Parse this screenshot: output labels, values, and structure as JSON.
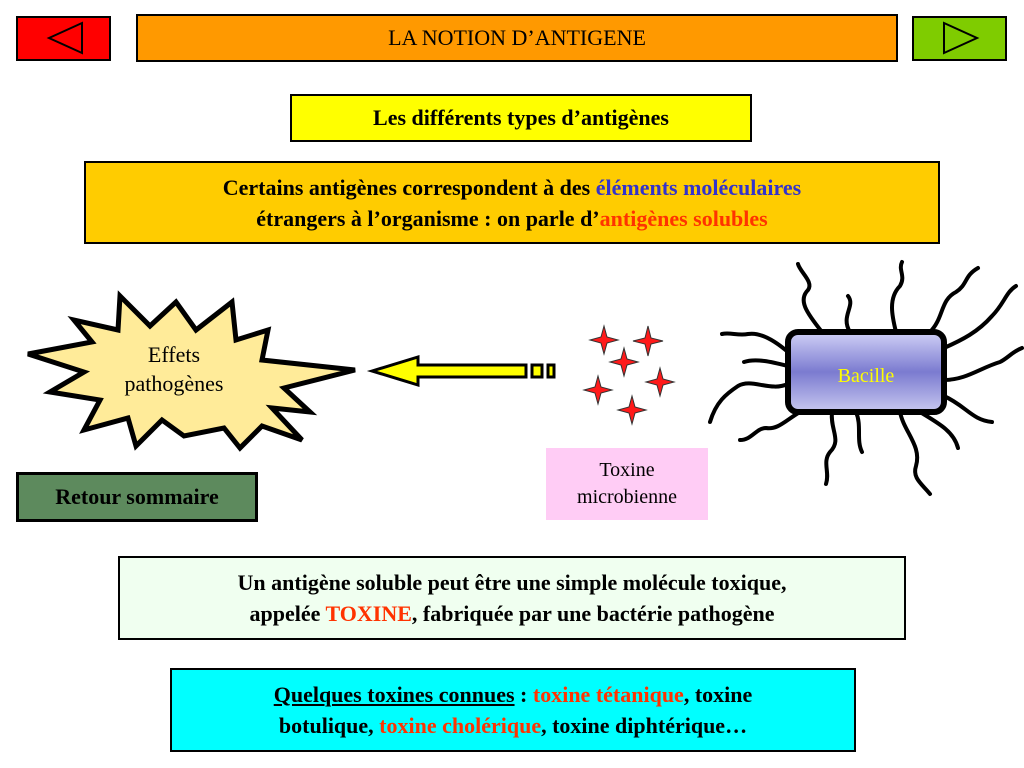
{
  "header": {
    "title": "LA NOTION D’ANTIGENE"
  },
  "subtitle": "Les différents types d’antigènes",
  "intro": {
    "p1": "Certains antigènes correspondent à des ",
    "h1": "éléments moléculaires",
    "p2": "étrangers à l’organisme : on parle d’",
    "h2": "antigènes solubles"
  },
  "diagram": {
    "effets_line1": "Effets",
    "effets_line2": "pathogènes",
    "bacille": "Bacille",
    "toxine_line1": "Toxine",
    "toxine_line2": "microbienne"
  },
  "nav": {
    "retour": "Retour sommaire",
    "prev_icon": "triangle-left-icon",
    "next_icon": "triangle-right-icon"
  },
  "soluble": {
    "p1": "Un antigène soluble peut être une simple molécule toxique,",
    "p2": "appelée ",
    "h": "TOXINE",
    "p3": ", fabriquée par une bactérie pathogène"
  },
  "quelques": {
    "label": "Quelques toxines connues",
    "sep": " : ",
    "t1": "toxine tétanique",
    "a": ", toxine",
    "b": "botulique, ",
    "t2": "toxine cholérique",
    "c": ", toxine diphtérique…"
  },
  "colors": {
    "title_bg": "#ff9900",
    "subtitle_bg": "#ffff00",
    "intro_bg": "#ffcc00",
    "prev_bg": "#ff0000",
    "next_bg": "#7fcc00",
    "retour_bg": "#5d8a5d",
    "toxine_bg": "#ffccf5",
    "soluble_bg": "#f0fff0",
    "quelques_bg": "#00ffff",
    "accent_red": "#ff3300",
    "accent_blue": "#3333cc",
    "burst": "#ffeb99"
  }
}
